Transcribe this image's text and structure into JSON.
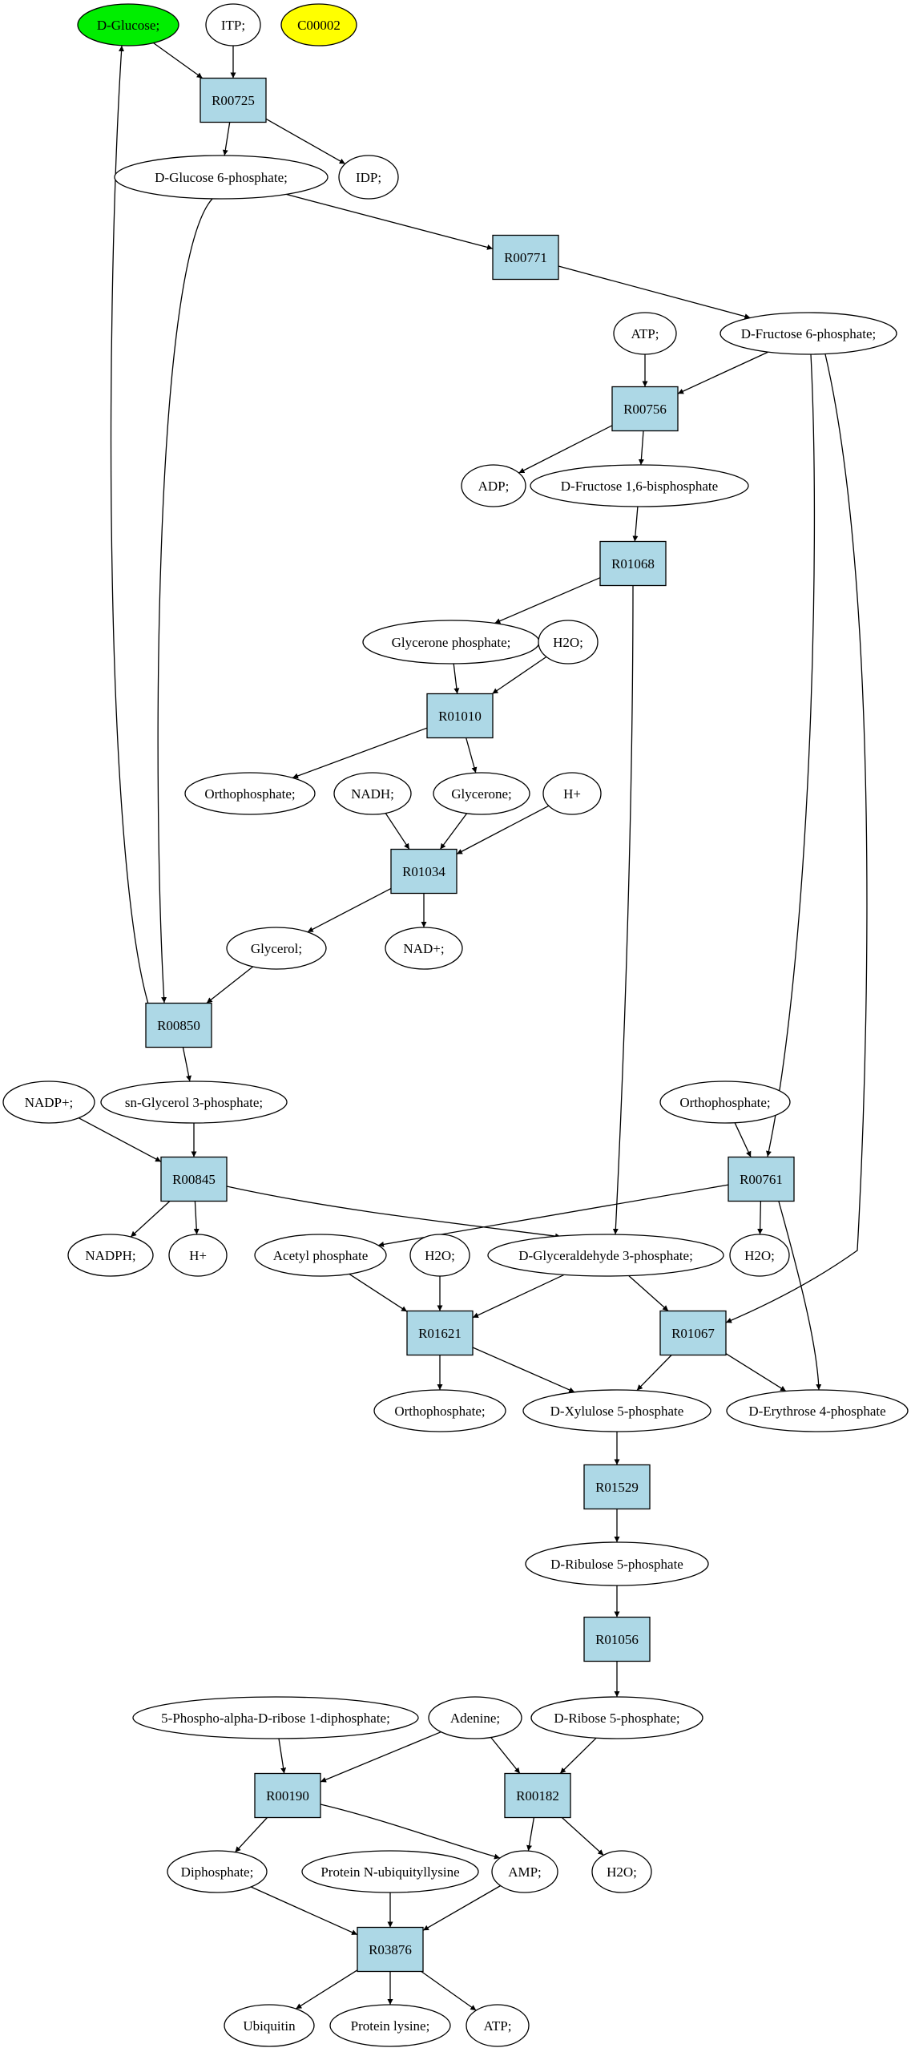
{
  "colors": {
    "reaction_fill": "#add8e6",
    "compound_fill": "#ffffff",
    "highlight_green": "#00ee00",
    "highlight_yellow": "#ffff00",
    "line": "#000000"
  },
  "reactions": [
    {
      "id": "R00725",
      "label": "R00725"
    },
    {
      "id": "R00771",
      "label": "R00771"
    },
    {
      "id": "R00756",
      "label": "R00756"
    },
    {
      "id": "R01068",
      "label": "R01068"
    },
    {
      "id": "R01010",
      "label": "R01010"
    },
    {
      "id": "R01034",
      "label": "R01034"
    },
    {
      "id": "R00850",
      "label": "R00850"
    },
    {
      "id": "R00845",
      "label": "R00845"
    },
    {
      "id": "R00761",
      "label": "R00761"
    },
    {
      "id": "R01621",
      "label": "R01621"
    },
    {
      "id": "R01067",
      "label": "R01067"
    },
    {
      "id": "R01529",
      "label": "R01529"
    },
    {
      "id": "R01056",
      "label": "R01056"
    },
    {
      "id": "R00190",
      "label": "R00190"
    },
    {
      "id": "R00182",
      "label": "R00182"
    },
    {
      "id": "R03876",
      "label": "R03876"
    }
  ],
  "compounds": [
    {
      "id": "glucose",
      "label": "D-Glucose;",
      "highlight": "green"
    },
    {
      "id": "itp",
      "label": "ITP;"
    },
    {
      "id": "c00002",
      "label": "C00002",
      "highlight": "yellow"
    },
    {
      "id": "g6p",
      "label": "D-Glucose 6-phosphate;"
    },
    {
      "id": "idp",
      "label": "IDP;"
    },
    {
      "id": "atp1",
      "label": "ATP;"
    },
    {
      "id": "f6p",
      "label": "D-Fructose 6-phosphate;"
    },
    {
      "id": "adp",
      "label": "ADP;"
    },
    {
      "id": "f16bp",
      "label": "D-Fructose 1,6-bisphosphate"
    },
    {
      "id": "glycerone_p",
      "label": "Glycerone phosphate;"
    },
    {
      "id": "h2o1",
      "label": "H2O;"
    },
    {
      "id": "ortho1",
      "label": "Orthophosphate;"
    },
    {
      "id": "nadh",
      "label": "NADH;"
    },
    {
      "id": "glycerone",
      "label": "Glycerone;"
    },
    {
      "id": "hplus1",
      "label": "H+"
    },
    {
      "id": "glycerol",
      "label": "Glycerol;"
    },
    {
      "id": "nadplus",
      "label": "NAD+;"
    },
    {
      "id": "nadpplus",
      "label": "NADP+;"
    },
    {
      "id": "sng3p",
      "label": "sn-Glycerol 3-phosphate;"
    },
    {
      "id": "ortho2",
      "label": "Orthophosphate;"
    },
    {
      "id": "nadph",
      "label": "NADPH;"
    },
    {
      "id": "hplus2",
      "label": "H+"
    },
    {
      "id": "acetylp",
      "label": "Acetyl phosphate"
    },
    {
      "id": "h2o2",
      "label": "H2O;"
    },
    {
      "id": "g3p",
      "label": "D-Glyceraldehyde 3-phosphate;"
    },
    {
      "id": "h2o3",
      "label": "H2O;"
    },
    {
      "id": "ortho3",
      "label": "Orthophosphate;"
    },
    {
      "id": "x5p",
      "label": "D-Xylulose 5-phosphate"
    },
    {
      "id": "e4p",
      "label": "D-Erythrose 4-phosphate"
    },
    {
      "id": "ru5p",
      "label": "D-Ribulose 5-phosphate"
    },
    {
      "id": "prpp",
      "label": "5-Phospho-alpha-D-ribose 1-diphosphate;"
    },
    {
      "id": "adenine",
      "label": "Adenine;"
    },
    {
      "id": "r5p",
      "label": "D-Ribose 5-phosphate;"
    },
    {
      "id": "diphosphate",
      "label": "Diphosphate;"
    },
    {
      "id": "protein_nub",
      "label": "Protein N-ubiquityllysine"
    },
    {
      "id": "amp",
      "label": "AMP;"
    },
    {
      "id": "h2o4",
      "label": "H2O;"
    },
    {
      "id": "ubiquitin",
      "label": "Ubiquitin"
    },
    {
      "id": "protein_lys",
      "label": "Protein lysine;"
    },
    {
      "id": "atp2",
      "label": "ATP;"
    }
  ],
  "edges": [
    [
      "glucose",
      "R00725"
    ],
    [
      "itp",
      "R00725"
    ],
    [
      "R00725",
      "g6p"
    ],
    [
      "R00725",
      "idp"
    ],
    [
      "g6p",
      "R00771"
    ],
    [
      "g6p",
      "R00850"
    ],
    [
      "R00771",
      "f6p"
    ],
    [
      "atp1",
      "R00756"
    ],
    [
      "f6p",
      "R00756"
    ],
    [
      "R00756",
      "adp"
    ],
    [
      "R00756",
      "f16bp"
    ],
    [
      "f16bp",
      "R01068"
    ],
    [
      "R01068",
      "glycerone_p"
    ],
    [
      "R01068",
      "g3p"
    ],
    [
      "glycerone_p",
      "R01010"
    ],
    [
      "h2o1",
      "R01010"
    ],
    [
      "R01010",
      "ortho1"
    ],
    [
      "R01010",
      "glycerone"
    ],
    [
      "nadh",
      "R01034"
    ],
    [
      "glycerone",
      "R01034"
    ],
    [
      "hplus1",
      "R01034"
    ],
    [
      "R01034",
      "glycerol"
    ],
    [
      "R01034",
      "nadplus"
    ],
    [
      "glycerol",
      "R00850"
    ],
    [
      "R00850",
      "glucose"
    ],
    [
      "R00850",
      "sng3p"
    ],
    [
      "nadpplus",
      "R00845"
    ],
    [
      "sng3p",
      "R00845"
    ],
    [
      "R00845",
      "nadph"
    ],
    [
      "R00845",
      "hplus2"
    ],
    [
      "R00845",
      "g3p"
    ],
    [
      "ortho2",
      "R00761"
    ],
    [
      "f6p",
      "R00761"
    ],
    [
      "R00761",
      "acetylp"
    ],
    [
      "R00761",
      "h2o3"
    ],
    [
      "R00761",
      "e4p"
    ],
    [
      "acetylp",
      "R01621"
    ],
    [
      "h2o2",
      "R01621"
    ],
    [
      "g3p",
      "R01621"
    ],
    [
      "R01621",
      "ortho3"
    ],
    [
      "R01621",
      "x5p"
    ],
    [
      "g3p",
      "R01067"
    ],
    [
      "f6p",
      "R01067"
    ],
    [
      "R01067",
      "x5p"
    ],
    [
      "R01067",
      "e4p"
    ],
    [
      "x5p",
      "R01529"
    ],
    [
      "R01529",
      "ru5p"
    ],
    [
      "ru5p",
      "R01056"
    ],
    [
      "R01056",
      "r5p"
    ],
    [
      "prpp",
      "R00190"
    ],
    [
      "adenine",
      "R00190"
    ],
    [
      "R00190",
      "diphosphate"
    ],
    [
      "R00190",
      "amp"
    ],
    [
      "adenine",
      "R00182"
    ],
    [
      "r5p",
      "R00182"
    ],
    [
      "R00182",
      "amp"
    ],
    [
      "R00182",
      "h2o4"
    ],
    [
      "diphosphate",
      "R03876"
    ],
    [
      "protein_nub",
      "R03876"
    ],
    [
      "amp",
      "R03876"
    ],
    [
      "R03876",
      "ubiquitin"
    ],
    [
      "R03876",
      "protein_lys"
    ],
    [
      "R03876",
      "atp2"
    ]
  ]
}
